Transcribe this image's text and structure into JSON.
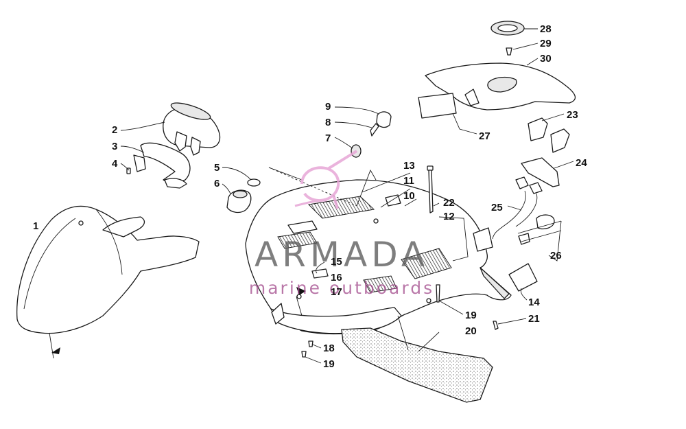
{
  "diagram": {
    "callouts": [
      {
        "id": "c1",
        "label": "1"
      },
      {
        "id": "c2",
        "label": "2"
      },
      {
        "id": "c3",
        "label": "3"
      },
      {
        "id": "c4",
        "label": "4"
      },
      {
        "id": "c5",
        "label": "5"
      },
      {
        "id": "c6",
        "label": "6"
      },
      {
        "id": "c7",
        "label": "7"
      },
      {
        "id": "c8",
        "label": "8"
      },
      {
        "id": "c9",
        "label": "9"
      },
      {
        "id": "c10",
        "label": "10"
      },
      {
        "id": "c11",
        "label": "11"
      },
      {
        "id": "c12",
        "label": "12"
      },
      {
        "id": "c13",
        "label": "13"
      },
      {
        "id": "c14",
        "label": "14"
      },
      {
        "id": "c15",
        "label": "15"
      },
      {
        "id": "c16",
        "label": "16"
      },
      {
        "id": "c17",
        "label": "17"
      },
      {
        "id": "c18",
        "label": "18"
      },
      {
        "id": "c19a",
        "label": "19"
      },
      {
        "id": "c19b",
        "label": "19"
      },
      {
        "id": "c20",
        "label": "20"
      },
      {
        "id": "c21",
        "label": "21"
      },
      {
        "id": "c22",
        "label": "22"
      },
      {
        "id": "c23",
        "label": "23"
      },
      {
        "id": "c24",
        "label": "24"
      },
      {
        "id": "c25",
        "label": "25"
      },
      {
        "id": "c26",
        "label": "26"
      },
      {
        "id": "c27",
        "label": "27"
      },
      {
        "id": "c28",
        "label": "28"
      },
      {
        "id": "c29",
        "label": "29"
      },
      {
        "id": "c30",
        "label": "30"
      }
    ]
  },
  "watermark": {
    "brand": "ARMADA",
    "tagline": "marine outboards",
    "logo_color": "#e7a6d6",
    "tagline_color": "#a24a8c"
  }
}
